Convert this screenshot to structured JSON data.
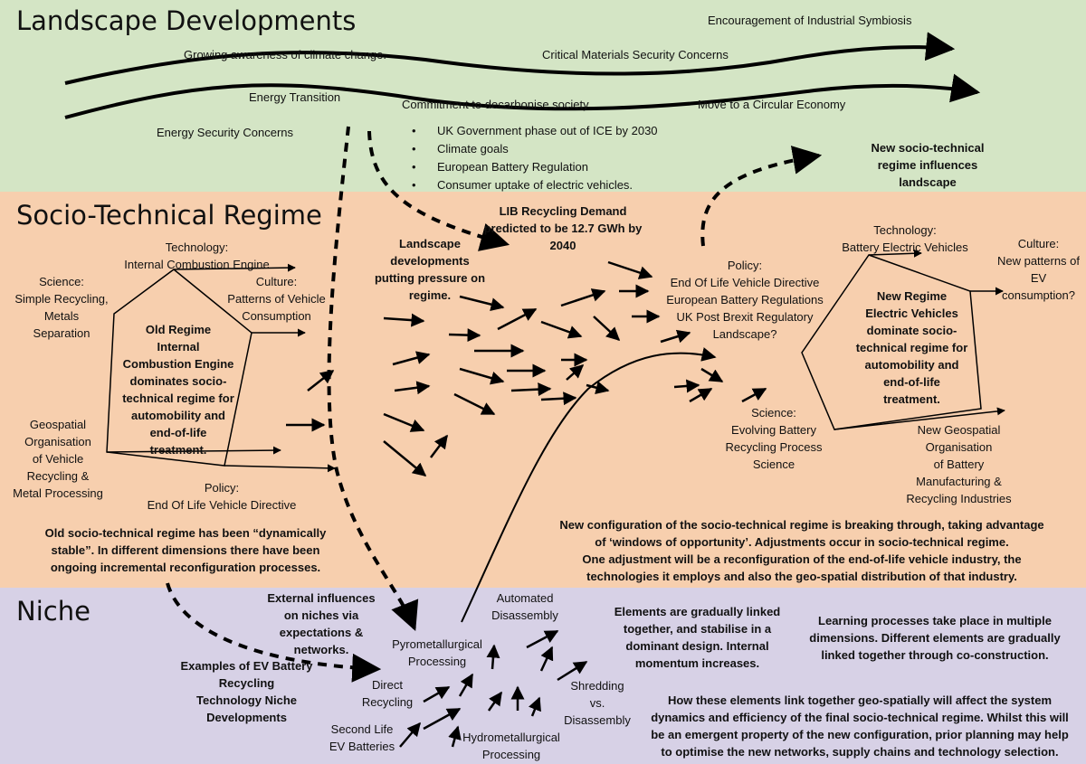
{
  "bands": {
    "landscape": "Landscape Developments",
    "regime": "Socio-Technical Regime",
    "niche": "Niche"
  },
  "landscape": {
    "industrial_symbiosis": "Encouragement of Industrial Symbiosis",
    "climate_awareness": "Growing awareness of climate change.",
    "critical_materials": "Critical Materials Security Concerns",
    "energy_transition": "Energy Transition",
    "decarbonise": "Commitment to decarbonise society",
    "circular_economy": "Move to a Circular Economy",
    "energy_security": "Energy Security Concerns",
    "drivers": [
      "UK Government phase out of ICE by 2030",
      "Climate goals",
      "European Battery Regulation",
      "Consumer uptake of electric vehicles."
    ],
    "new_regime_influence": "New socio-technical\nregime influences\nlandscape"
  },
  "old_regime": {
    "technology": "Technology:\nInternal Combustion Engine",
    "science": "Science:\nSimple Recycling,\nMetals\nSeparation",
    "culture": "Culture:\nPatterns of Vehicle\nConsumption",
    "core": "Old Regime\nInternal\nCombustion Engine\ndominates socio-\ntechnical regime for\nautomobility and\nend-of-life\ntreatment.",
    "geospatial": "Geospatial\nOrganisation\nof Vehicle\nRecycling &\nMetal Processing",
    "policy": "Policy:\nEnd Of Life Vehicle Directive",
    "stability_note": "Old socio-technical regime has been “dynamically\nstable”. In different dimensions there have been\nongoing incremental reconfiguration processes."
  },
  "pressure": {
    "landscape_pressure": "Landscape\ndevelopments\nputting pressure on\nregime.",
    "lib_demand": "LIB Recycling Demand\npredicted to be 12.7 GWh by\n2040"
  },
  "new_regime": {
    "policy": "Policy:\nEnd Of Life Vehicle Directive\nEuropean Battery Regulations\nUK Post Brexit Regulatory\nLandscape?",
    "technology": "Technology:\nBattery Electric Vehicles",
    "culture": "Culture:\nNew patterns of EV\nconsumption?",
    "core": "New Regime\nElectric Vehicles\ndominate socio-\ntechnical regime for\nautomobility and\nend-of-life\ntreatment.",
    "science": "Science:\nEvolving Battery\nRecycling Process\nScience",
    "geospatial": "New Geospatial\nOrganisation\nof Battery\nManufacturing &\nRecycling Industries",
    "breakthrough_note": "New configuration of the socio-technical regime is breaking through, taking advantage\nof ‘windows of opportunity’. Adjustments occur in socio-technical regime.\nOne adjustment will be a reconfiguration of the end-of-life vehicle industry, the\ntechnologies it employs and also the geo-spatial distribution of that industry."
  },
  "niche": {
    "external_influences": "External influences\non niches via\nexpectations &\nnetworks.",
    "automated_disassembly": "Automated\nDisassembly",
    "pyrometallurgical": "Pyrometallurgical\nProcessing",
    "examples_label": "Examples of EV Battery\nRecycling\nTechnology Niche\nDevelopments",
    "direct_recycling": "Direct\nRecycling",
    "second_life": "Second Life\nEV Batteries",
    "hydrometallurgical": "Hydrometallurgical\nProcessing",
    "shredding": "Shredding\nvs.\nDisassembly",
    "linking_note": "Elements are gradually linked\ntogether, and stabilise in a\ndominant design. Internal\nmomentum increases.",
    "learning_note": "Learning processes take place in multiple\ndimensions. Different elements are gradually\nlinked together through co-construction.",
    "geospatial_note": "How these elements link together geo-spatially will affect the system\ndynamics and efficiency of the final socio-technical regime. Whilst this will\nbe an emergent property of the new configuration, prior planning may help\nto optimise the new networks, supply chains and technology selection."
  }
}
